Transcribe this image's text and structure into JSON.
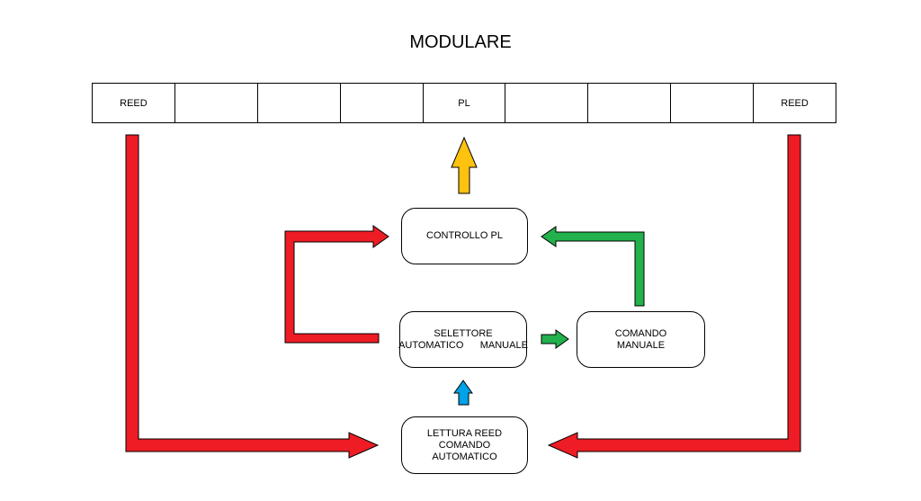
{
  "title": "MODULARE",
  "bar_cells": [
    "REED",
    "",
    "",
    "",
    "PL",
    "",
    "",
    "",
    "REED"
  ],
  "boxes": {
    "controllo": [
      "CONTROLLO PL"
    ],
    "selettore": [
      "SELETTORE",
      "AUTOMATICO      MANUALE"
    ],
    "comando": [
      "COMANDO",
      "MANUALE"
    ],
    "lettura": [
      "LETTURA REED",
      "COMANDO",
      "AUTOMATICO"
    ]
  },
  "colors": {
    "red": "#ee1c24",
    "yellow": "#ffc20e",
    "green": "#22b14c",
    "blue": "#00a2e8",
    "outline": "#000000"
  }
}
